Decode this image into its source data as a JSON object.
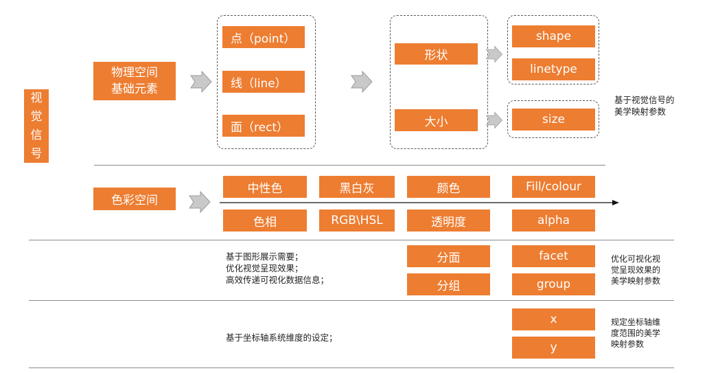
{
  "colors": {
    "accent": "#ED7D31",
    "arrow": "#c8c8c8",
    "line": "#8a8a8a"
  },
  "side_label": [
    "视",
    "觉",
    "信",
    "号"
  ],
  "section1": {
    "physical_label": [
      "物理空间",
      "基础元素"
    ],
    "elements": [
      "点（point）",
      "线（line）",
      "面（rect）"
    ],
    "props": [
      "形状",
      "大小"
    ],
    "aes_shape": [
      "shape",
      "linetype"
    ],
    "aes_size": "size",
    "note": [
      "基于视觉信号的",
      "美学映射参数"
    ]
  },
  "section2": {
    "label": "色彩空间",
    "row1": [
      "中性色",
      "黑白灰",
      "颜色",
      "Fill/colour"
    ],
    "row2": [
      "色相",
      "RGB\\HSL",
      "透明度",
      "alpha"
    ]
  },
  "section3": {
    "note": [
      "基于图形展示需要；",
      "优化视觉呈现效果；",
      "高效传递可视化数据信息；"
    ],
    "props": [
      "分面",
      "分组"
    ],
    "aes": [
      "facet",
      "group"
    ],
    "side_note": [
      "优化可视化视",
      "觉呈现效果的",
      "美学映射参数"
    ]
  },
  "section4": {
    "note": "基于坐标轴系统维度的设定；",
    "aes": [
      "x",
      "y"
    ],
    "side_note": [
      "规定坐标轴维",
      "度范围的美学",
      "映射参数"
    ]
  }
}
